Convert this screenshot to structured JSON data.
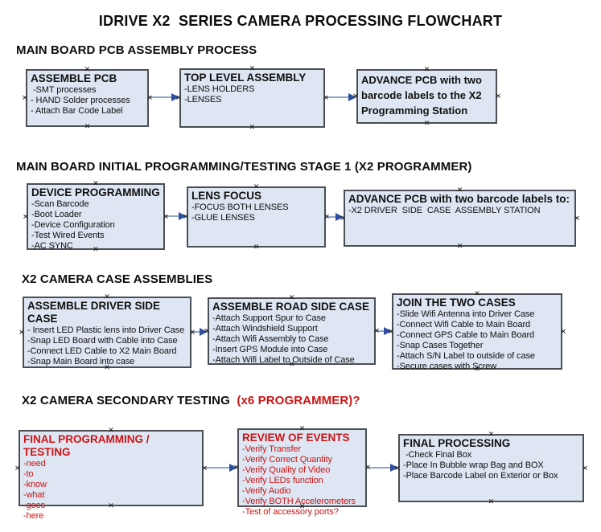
{
  "title": "IDRIVE X2  SERIES CAMERA PROCESSING FLOWCHART",
  "colors": {
    "box_fill": "#dde6f2",
    "box_border": "#4a4f55",
    "arrow_line": "#8ea7c8",
    "arrow_head": "#2f4e9e",
    "red_text": "#cc1414"
  },
  "icons": {
    "connection_point": "✕",
    "arrow_head": "right-triangle"
  },
  "sections": [
    {
      "heading": "MAIN BOARD PCB ASSEMBLY PROCESS",
      "heading_red": "",
      "boxes": [
        {
          "title": "ASSEMBLE PCB",
          "color": "black",
          "items": [
            " -SMT processes",
            "- HAND Solder processes",
            "- Attach Bar Code Label"
          ]
        },
        {
          "title": "TOP LEVEL ASSEMBLY",
          "color": "black",
          "items": [
            "-LENS HOLDERS",
            "-LENSES"
          ]
        },
        {
          "title": "ADVANCE PCB with two barcode labels to the X2 Programming Station",
          "color": "black",
          "items": []
        }
      ]
    },
    {
      "heading": "MAIN BOARD INITIAL PROGRAMMING/TESTING STAGE 1 (X2 PROGRAMMER)",
      "heading_red": "",
      "boxes": [
        {
          "title": "DEVICE PROGRAMMING",
          "color": "black",
          "items": [
            "-Scan Barcode",
            "-Boot Loader",
            "-Device Configuration",
            "-Test Wired Events",
            "-AC SYNC"
          ]
        },
        {
          "title": "LENS FOCUS",
          "color": "black",
          "items": [
            "-FOCUS BOTH LENSES",
            "-GLUE LENSES"
          ]
        },
        {
          "title": "ADVANCE PCB with two barcode labels to:",
          "color": "black",
          "items": [
            "-X2 DRIVER  SIDE  CASE  ASSEMBLY STATION"
          ]
        }
      ]
    },
    {
      "heading": "X2 CAMERA CASE ASSEMBLIES",
      "heading_red": "",
      "boxes": [
        {
          "title": "ASSEMBLE DRIVER SIDE CASE",
          "color": "black",
          "items": [
            "- Insert LED Plastic lens into Driver Case",
            "-Snap LED Board with Cable into Case",
            "-Connect LED Cable to X2 Main Board",
            "-Snap Main Board into case"
          ]
        },
        {
          "title": "ASSEMBLE ROAD SIDE CASE",
          "color": "black",
          "items": [
            "-Attach Support Spur to Case",
            "-Attach Windshield Support",
            "-Attach Wifi Assembly to Case",
            "-Insert GPS Module into Case",
            "-Attach Wifi Label to Outside of Case"
          ]
        },
        {
          "title": "JOIN THE TWO CASES",
          "color": "black",
          "items": [
            "-Slide Wifi Antenna into Driver Case",
            "-Connect Wifi Cable to Main Board",
            "-Connect GPS Cable to Main Board",
            "-Snap Cases Together",
            "-Attach S/N Label to outside of case",
            "-Secure cases with Screw"
          ]
        }
      ]
    },
    {
      "heading": "X2 CAMERA SECONDARY TESTING  ",
      "heading_red": "(x6 PROGRAMMER)?",
      "boxes": [
        {
          "title": "FINAL PROGRAMMING / TESTING",
          "color": "red",
          "items": [
            "-need",
            "-to",
            "-know",
            "-what",
            "-goes",
            "-here"
          ]
        },
        {
          "title": "REVIEW OF EVENTS",
          "color": "red",
          "items": [
            "-Verify Transfer",
            "-Verify Correct Quantity",
            "-Verify Quality of Video",
            "-Verify LEDs function",
            "-Verify Audio",
            "-Verify BOTH Accelerometers",
            "-Test of accessory ports?"
          ]
        },
        {
          "title": "FINAL PROCESSING",
          "color": "black",
          "items": [
            " -Check Final Box",
            "-Place In Bubble wrap Bag and BOX",
            "-Place Barcode Label on Exterior or Box"
          ]
        }
      ]
    }
  ]
}
